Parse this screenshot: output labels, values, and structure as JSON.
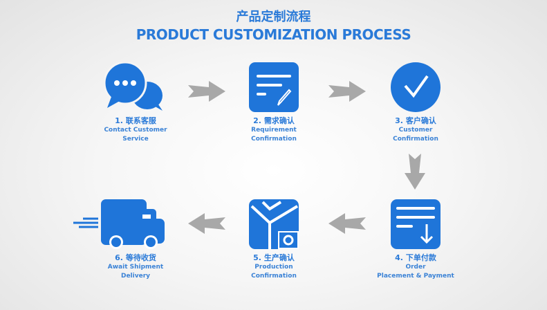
{
  "header": {
    "title_cn": "产品定制流程",
    "title_en": "PRODUCT CUSTOMIZATION PROCESS"
  },
  "steps": [
    {
      "cn": "1. 联系客服",
      "en1": "Contact Customer",
      "en2": "Service",
      "icon": "chat-bubbles-icon"
    },
    {
      "cn": "2. 需求确认",
      "en1": "Requirement",
      "en2": "Confirmation",
      "icon": "document-edit-icon"
    },
    {
      "cn": "3. 客户确认",
      "en1": "Customer",
      "en2": "Confirmation",
      "icon": "checkmark-circle-icon"
    },
    {
      "cn": "4. 下单付款",
      "en1": "Order",
      "en2": "Placement & Payment",
      "icon": "order-download-icon"
    },
    {
      "cn": "5. 生产确认",
      "en1": "Production",
      "en2": "Confirmation",
      "icon": "box-gear-icon"
    },
    {
      "cn": "6. 等待收货",
      "en1": "Await Shipment",
      "en2": "Delivery",
      "icon": "delivery-truck-icon"
    }
  ],
  "colors": {
    "accent": "#1f75d9",
    "arrow": "#a8a8a8"
  }
}
